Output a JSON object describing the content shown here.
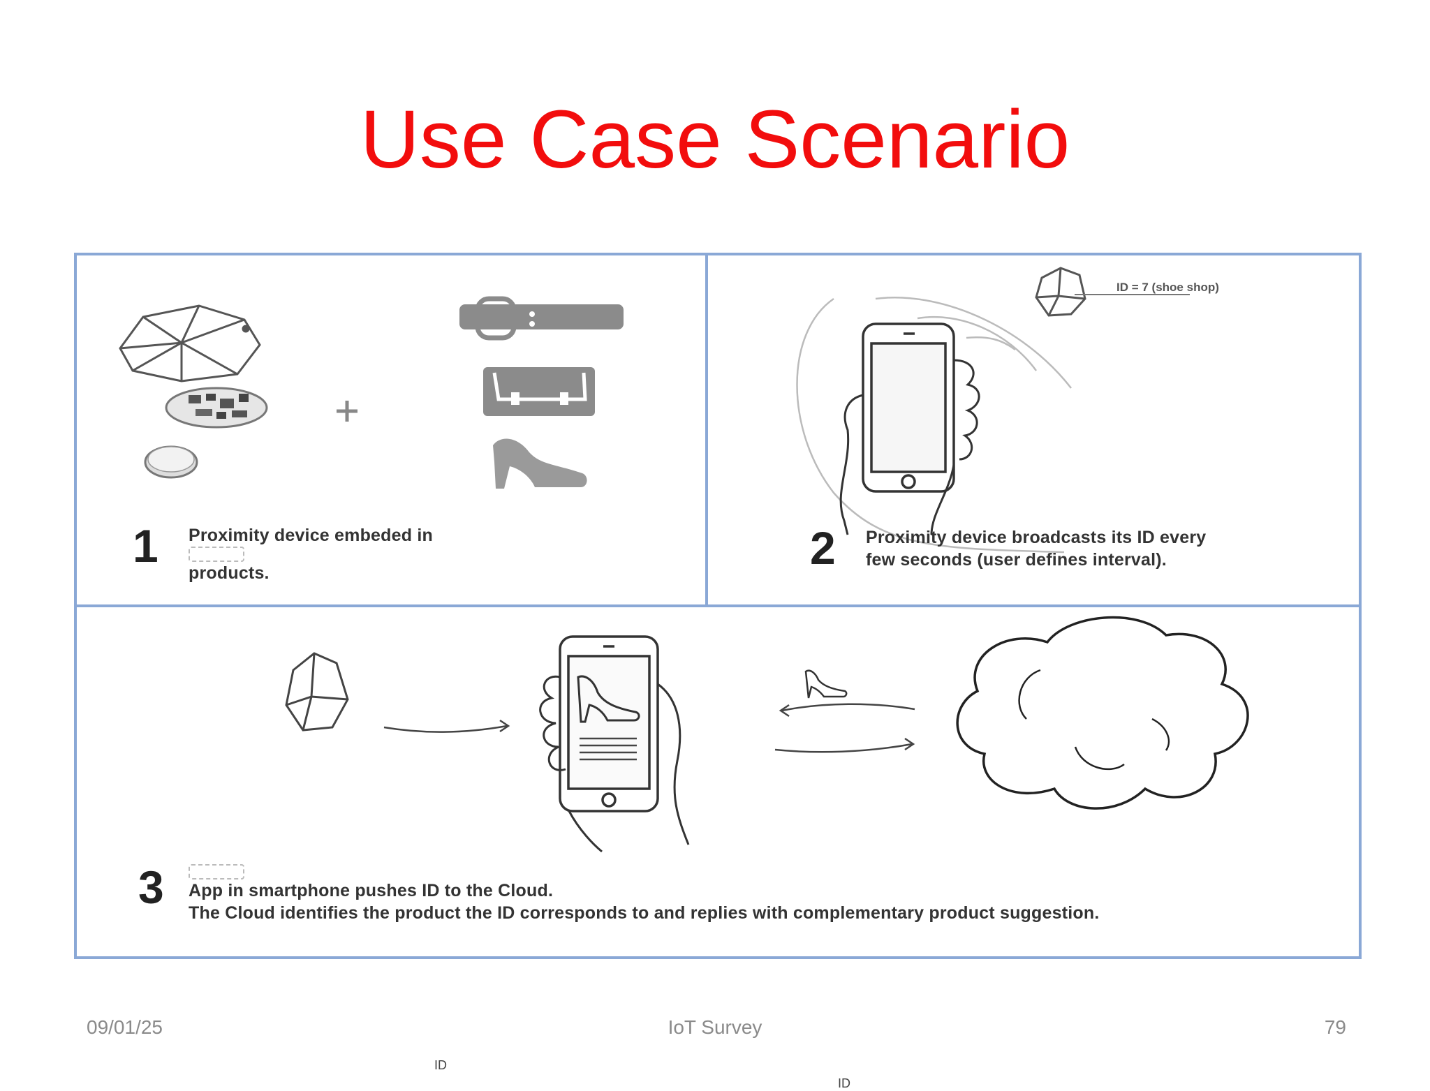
{
  "slide": {
    "title": "Use Case Scenario"
  },
  "steps": [
    {
      "number": "1",
      "line1": "Proximity device embeded in",
      "line2": "products."
    },
    {
      "number": "2",
      "line1": "Proximity device broadcasts its ID every",
      "line2": "few seconds (user defines interval).",
      "id_note": "ID = 7 (shoe shop)"
    },
    {
      "number": "3",
      "line1": "App in smartphone pushes ID to the Cloud.",
      "line2": "The Cloud identifies the product the ID corresponds to and  replies with complementary product suggestion.",
      "arrow_label_1": "ID",
      "arrow_label_2": "ID"
    }
  ],
  "footer": {
    "date": "09/01/25",
    "center": "IoT Survey",
    "page": "79"
  },
  "colors": {
    "title": "#f20d0d",
    "frame": "#8aa8d6",
    "footer": "#8a8a8a"
  }
}
